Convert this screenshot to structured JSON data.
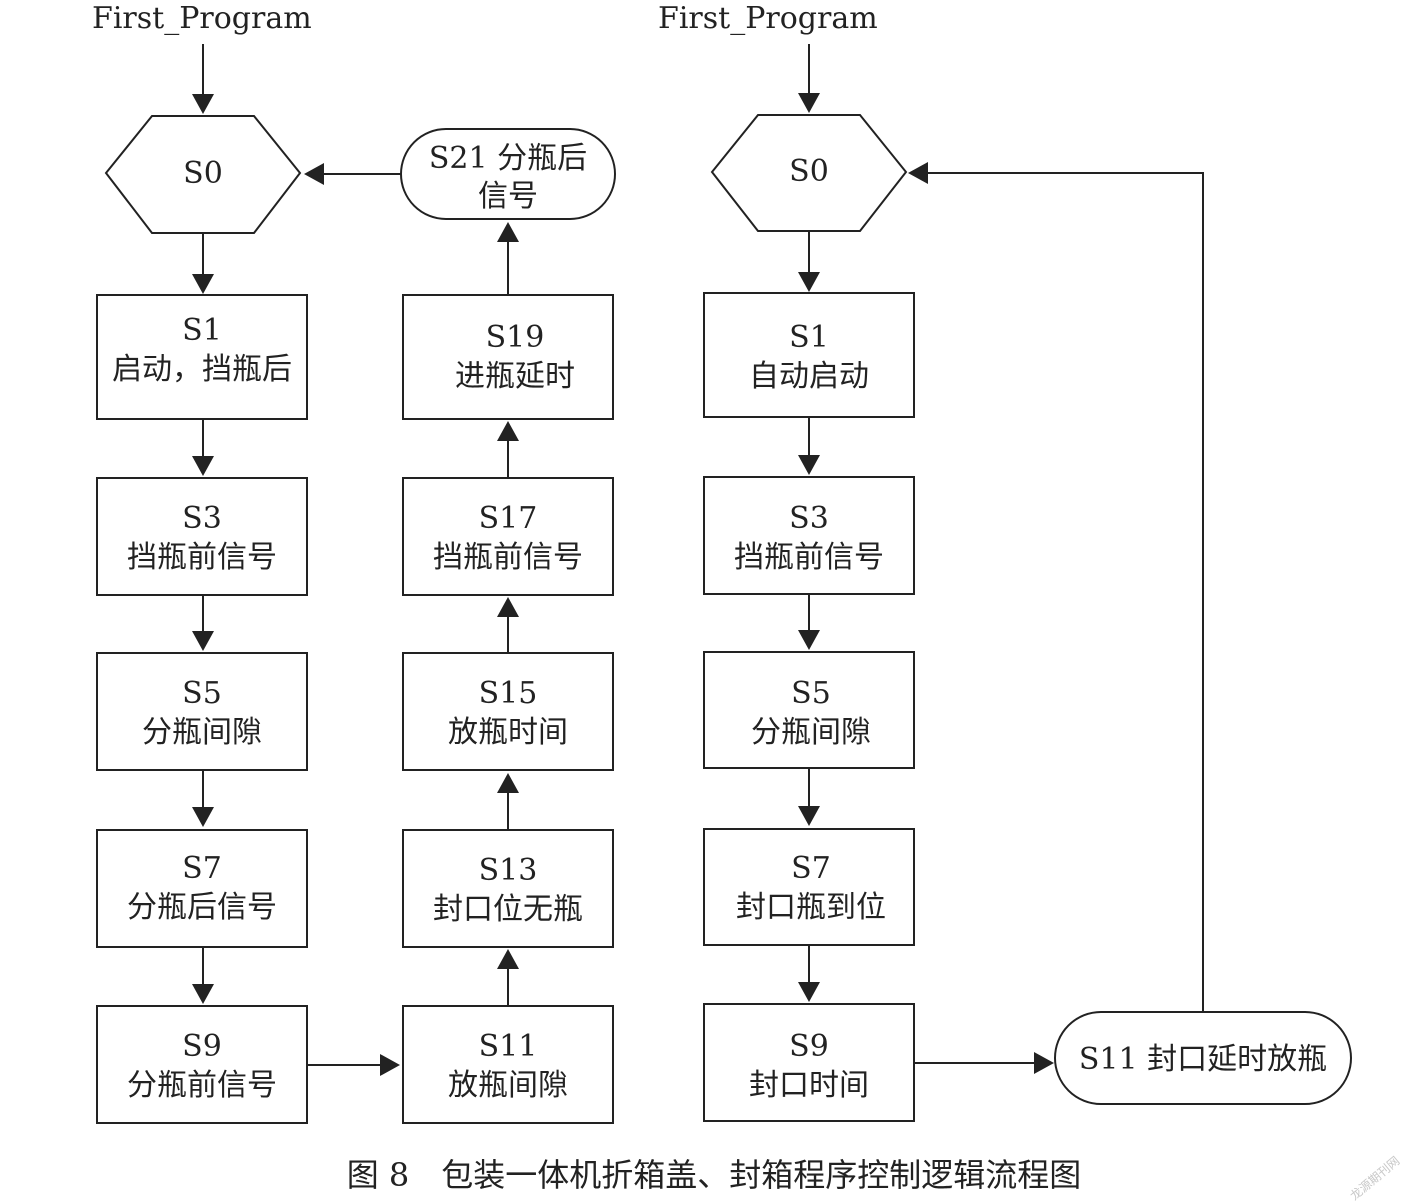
{
  "left_flow": {
    "entry_label": "First_Program",
    "s0": "S0",
    "s1": {
      "id": "S1",
      "desc": "启动，挡瓶后"
    },
    "s3": {
      "id": "S3",
      "desc": "挡瓶前信号"
    },
    "s5": {
      "id": "S5",
      "desc": "分瓶间隙"
    },
    "s7": {
      "id": "S7",
      "desc": "分瓶后信号"
    },
    "s9": {
      "id": "S9",
      "desc": "分瓶前信号"
    },
    "s11": {
      "id": "S11",
      "desc": "放瓶间隙"
    },
    "s13": {
      "id": "S13",
      "desc": "封口位无瓶"
    },
    "s15": {
      "id": "S15",
      "desc": "放瓶时间"
    },
    "s17": {
      "id": "S17",
      "desc": "挡瓶前信号"
    },
    "s19": {
      "id": "S19",
      "desc": "进瓶延时"
    },
    "s21": {
      "line1": "S21 分瓶后",
      "line2": "信号"
    }
  },
  "right_flow": {
    "entry_label": "First_Program",
    "s0": "S0",
    "s1": {
      "id": "S1",
      "desc": "自动启动"
    },
    "s3": {
      "id": "S3",
      "desc": "挡瓶前信号"
    },
    "s5": {
      "id": "S5",
      "desc": "分瓶间隙"
    },
    "s7": {
      "id": "S7",
      "desc": "封口瓶到位"
    },
    "s9": {
      "id": "S9",
      "desc": "封口时间"
    },
    "s11": "S11 封口延时放瓶"
  },
  "caption": "图 8　包装一体机折箱盖、封箱程序控制逻辑流程图",
  "watermark": "龙源期刊网"
}
